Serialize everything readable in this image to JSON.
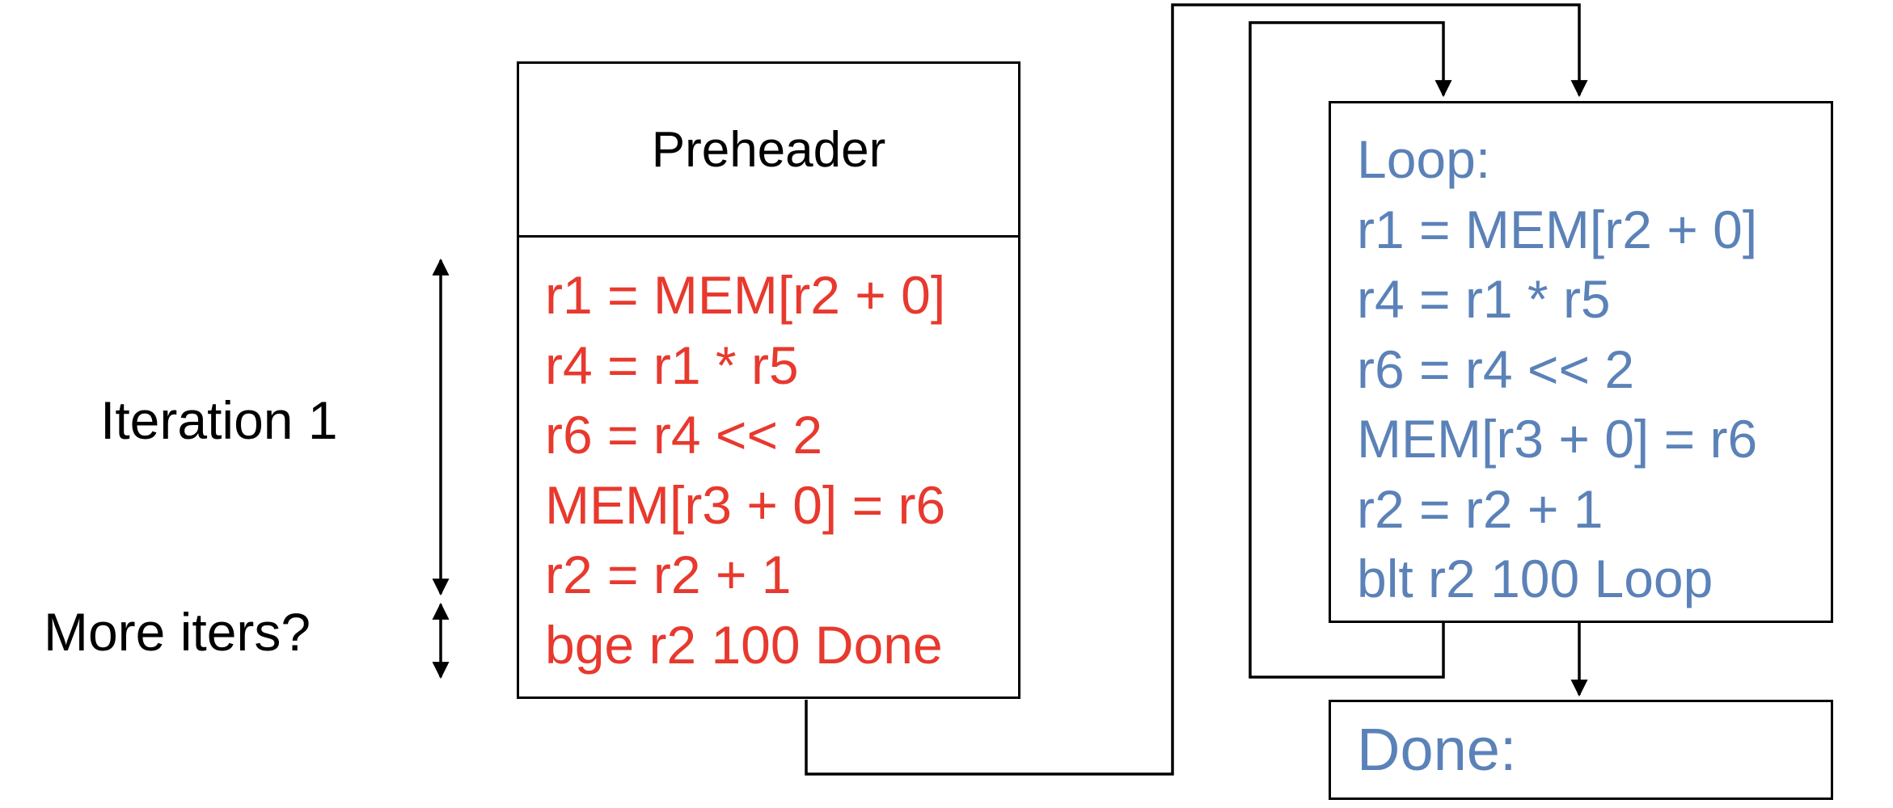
{
  "colors": {
    "preheader_text": "#e8392e",
    "loop_text": "#5b82b8",
    "line": "#000000"
  },
  "preheader": {
    "title": "Preheader",
    "code": [
      "r1 = MEM[r2 + 0]",
      "r4 = r1 * r5",
      "r6 = r4 << 2",
      "MEM[r3 + 0] = r6",
      "r2 = r2 + 1",
      "bge r2 100 Done"
    ]
  },
  "loop": {
    "code": [
      "Loop:",
      "r1 = MEM[r2 + 0]",
      "r4 = r1 * r5",
      "r6 = r4 << 2",
      "MEM[r3 + 0] = r6",
      "r2 = r2 + 1",
      "blt r2 100 Loop"
    ]
  },
  "done": {
    "label": "Done:"
  },
  "annotations": {
    "iteration": "Iteration 1",
    "more_iters": "More iters?"
  }
}
